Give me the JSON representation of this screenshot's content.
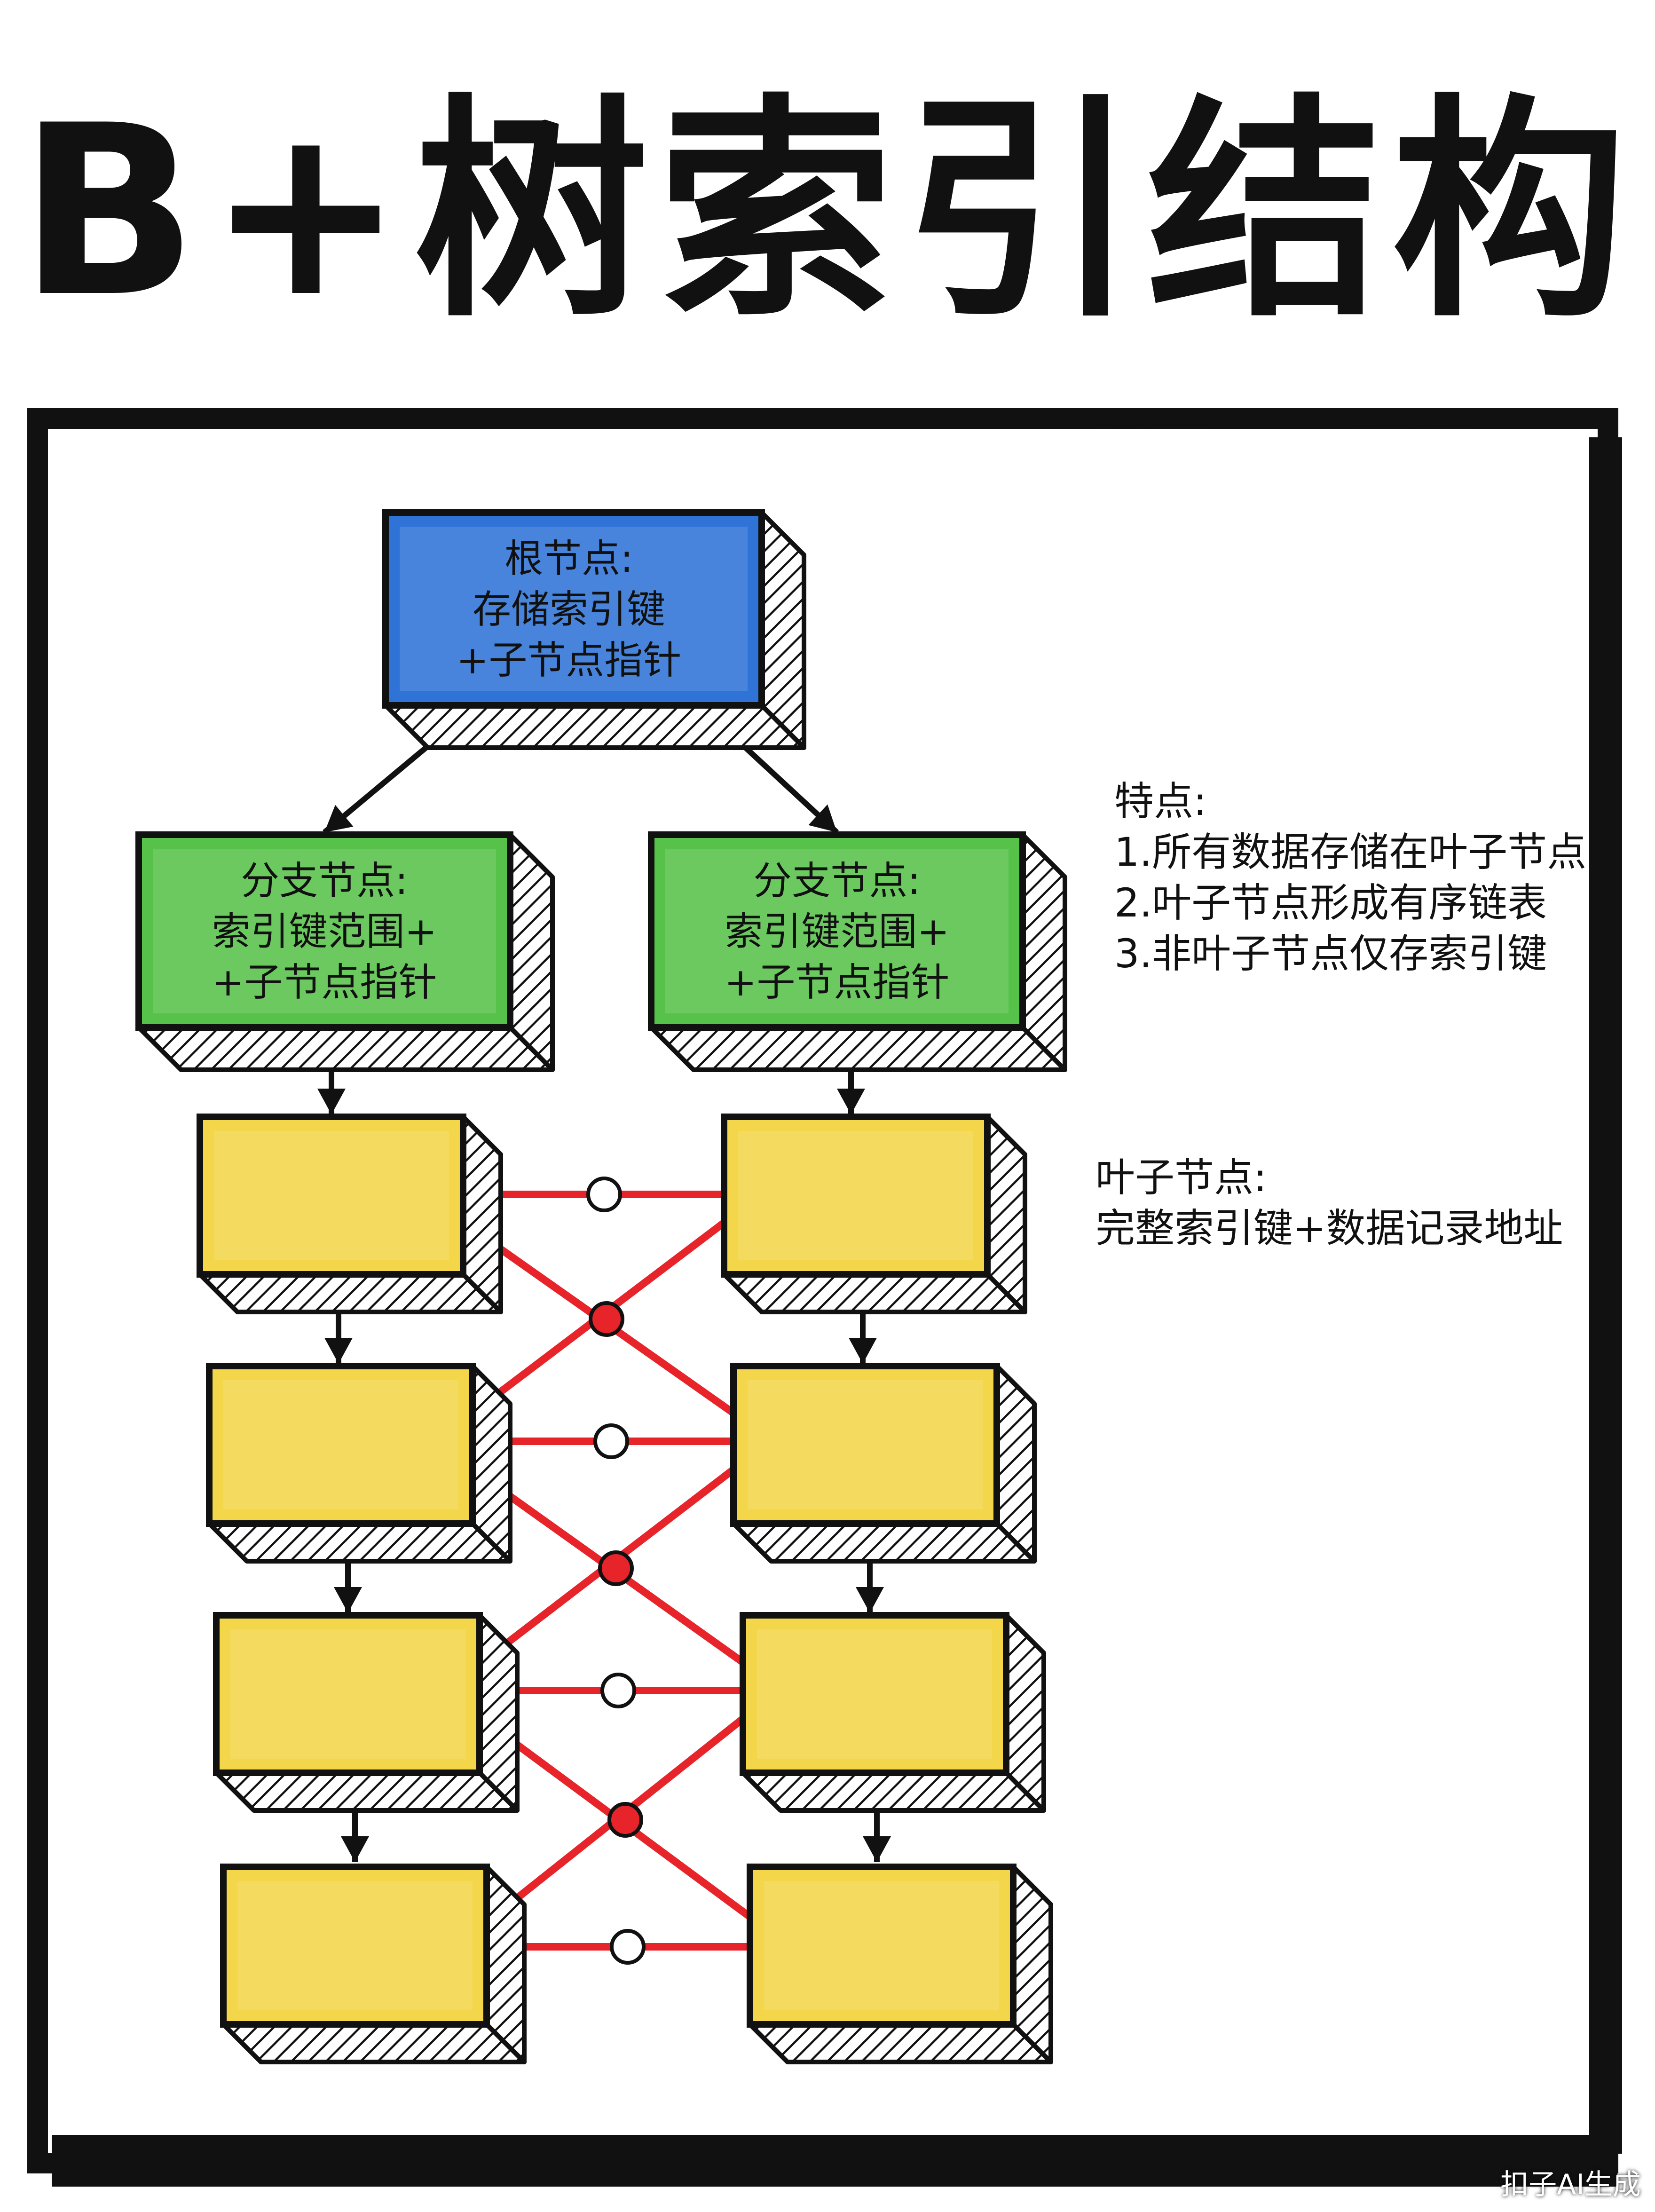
{
  "title": "B+树索引结构",
  "root_node": {
    "lines": [
      "根节点:",
      "存储索引键",
      "+子节点指针"
    ],
    "color": "#2f73d6"
  },
  "branch_nodes": [
    {
      "lines": [
        "分支节点:",
        "索引键范围+",
        "+子节点指针"
      ]
    },
    {
      "lines": [
        "分支节点:",
        "索引键范围+",
        "+子节点指针"
      ]
    }
  ],
  "branch_color": "#57c24a",
  "leaf_color": "#f3d64a",
  "link_color": "#e8242b",
  "features": {
    "heading": "特点:",
    "items": [
      "1.所有数据存储在叶子节点",
      "2.叶子节点形成有序链表",
      "3.非叶子节点仅存索引键"
    ]
  },
  "leaf_note": {
    "heading": "叶子节点:",
    "text": "完整索引键+数据记录地址"
  },
  "watermark": "扣子AI生成"
}
